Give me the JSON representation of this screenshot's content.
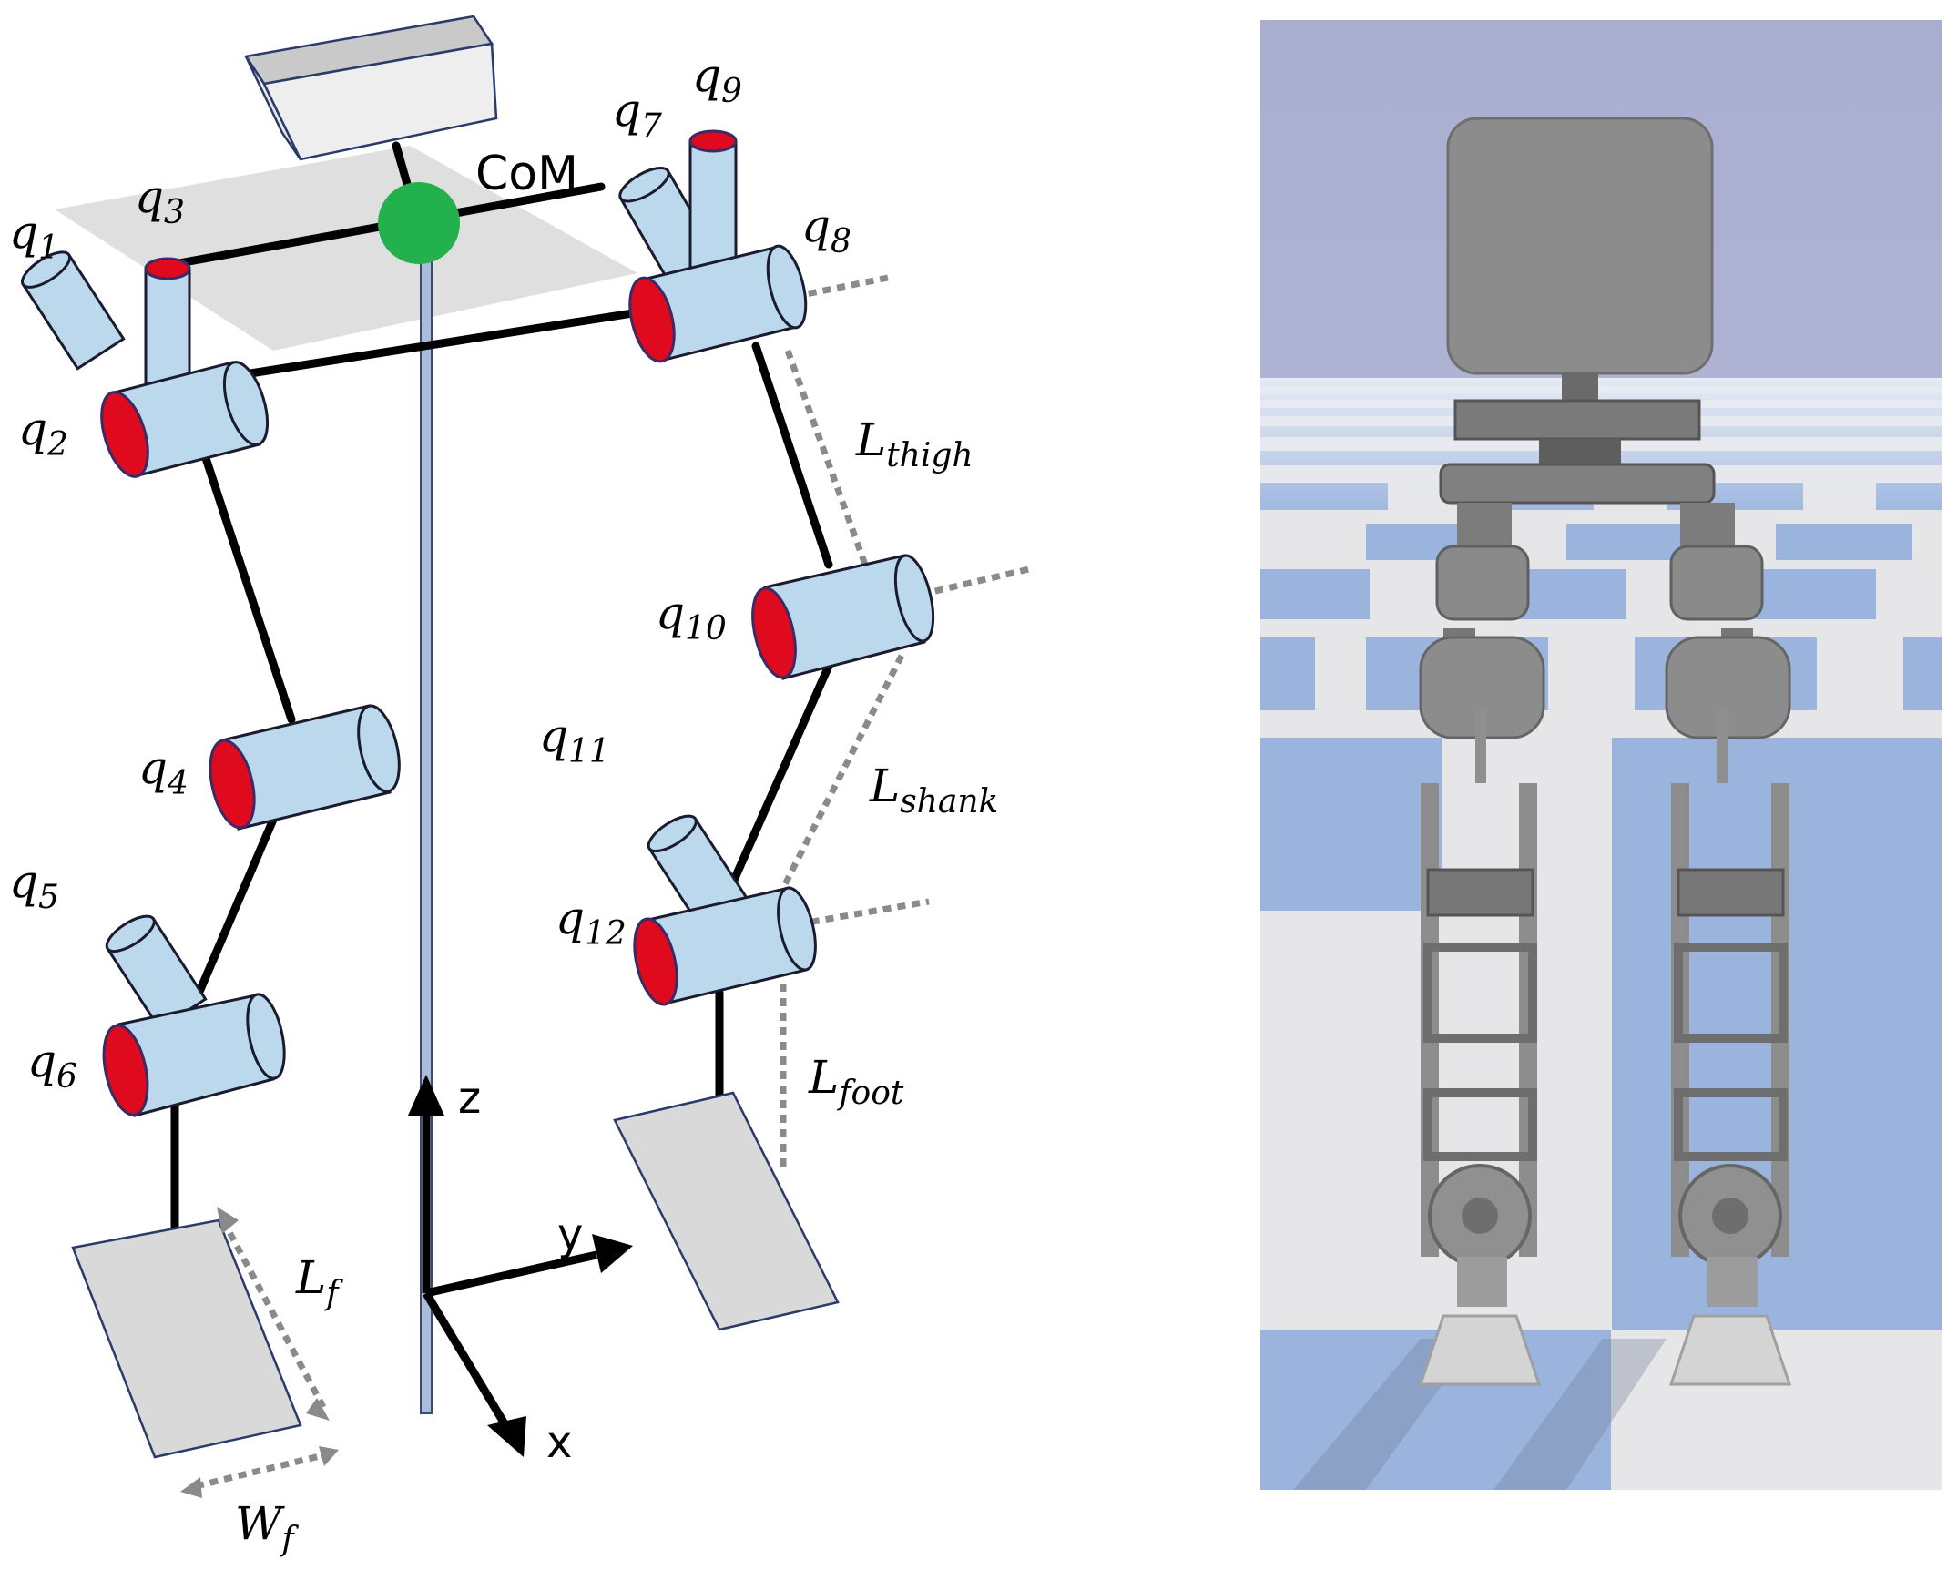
{
  "figure": {
    "joints": [
      "q",
      "q",
      "q",
      "q",
      "q",
      "q",
      "q",
      "q",
      "q",
      "q",
      "q",
      "q"
    ],
    "joint_indices": [
      "1",
      "2",
      "3",
      "4",
      "5",
      "6",
      "7",
      "8",
      "9",
      "10",
      "11",
      "12"
    ],
    "com_label": "CoM",
    "lengths": {
      "thigh": {
        "base": "L",
        "sub": "thigh"
      },
      "shank": {
        "base": "L",
        "sub": "shank"
      },
      "foot": {
        "base": "L",
        "sub": "foot"
      },
      "foot_length": {
        "base": "L",
        "sub": "f"
      },
      "foot_width": {
        "base": "W",
        "sub": "f"
      }
    },
    "axes": {
      "z": "z",
      "y": "y",
      "x": "x"
    },
    "colors": {
      "actuator": "#bcd8ec",
      "joint_cap": "#e00a1e",
      "com": "#22b14c",
      "sky": "#b0b3d0",
      "floor_blue": "#9ab4de",
      "floor_white": "#e8e8e8"
    },
    "render_panel": "simulated biped robot on checkered floor"
  }
}
